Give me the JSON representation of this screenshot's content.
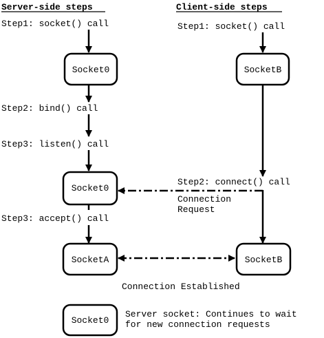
{
  "headers": {
    "server": "Server-side steps",
    "client": "Client-side steps"
  },
  "server_steps": {
    "step1": "Step1: socket() call",
    "step2": "Step2: bind() call",
    "step3_listen": "Step3: listen() call",
    "step3_accept": "Step3: accept() call"
  },
  "client_steps": {
    "step1": "Step1: socket() call",
    "step2": "Step2: connect() call"
  },
  "sockets": {
    "server_initial": "Socket0",
    "server_listening": "Socket0",
    "server_accepted": "SocketA",
    "client_initial": "SocketB",
    "client_connected": "SocketB",
    "legend": "Socket0"
  },
  "labels": {
    "connection_request_line1": "Connection",
    "connection_request_line2": "Request",
    "connection_established": "Connection Established",
    "legend_line1": "Server socket: Continues to wait",
    "legend_line2": "for new connection requests"
  }
}
